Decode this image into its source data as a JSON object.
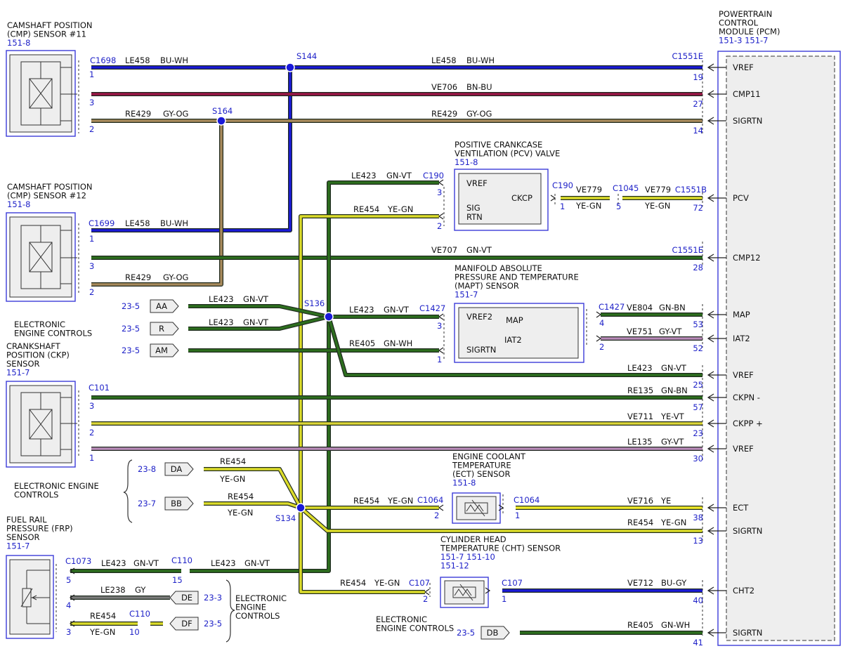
{
  "colors": {
    "blue": "#1f22c8",
    "frame": "#3b3bd9",
    "BU-WH": "#1a1ad8",
    "BN-BU": "#9a1646",
    "GY-OG": "#a88a5c",
    "GN-VT": "#2d6e1e",
    "YE-GN": "#dcdc2a",
    "GN-WH": "#2d6e1e",
    "GN-BN": "#2d6e1e",
    "GY-VT": "#b88ab8",
    "YE-VT": "#dcd638",
    "YE": "#f0ea28",
    "BU-GY": "#1a1ad8",
    "GY": "#7c7c7c"
  },
  "components": {
    "cmp11": {
      "title": [
        "CAMSHAFT POSITION",
        "(CMP) SENSOR #11"
      ],
      "ref": "151-8"
    },
    "cmp12": {
      "title": [
        "CAMSHAFT POSITION",
        "(CMP) SENSOR #12"
      ],
      "ref": "151-8"
    },
    "ckp": {
      "title": [
        "CRANKSHAFT",
        "POSITION (CKP)",
        "SENSOR"
      ],
      "ref": "151-7"
    },
    "frp": {
      "title": [
        "FUEL RAIL",
        "PRESSURE (FRP)",
        "SENSOR"
      ],
      "ref": "151-7"
    },
    "pcm": {
      "title": [
        "POWERTRAIN",
        "CONTROL",
        "MODULE (PCM)"
      ],
      "ref": "151-3   151-7"
    },
    "pcv": {
      "title": [
        "POSITIVE CRANKCASE",
        "VENTILATION (PCV) VALVE"
      ],
      "ref": "151-8",
      "pins": [
        "VREF",
        "SIG",
        "RTN",
        "CKCP"
      ]
    },
    "mapt": {
      "title": [
        "MANIFOLD ABSOLUTE",
        "PRESSURE AND TEMPERATURE",
        "(MAPT) SENSOR"
      ],
      "ref": "151-7",
      "pins": [
        "VREF2",
        "SIGRTN",
        "MAP",
        "IAT2"
      ]
    },
    "ect": {
      "title": [
        "ENGINE COOLANT",
        "TEMPERATURE",
        "(ECT) SENSOR"
      ],
      "ref": "151-8"
    },
    "cht": {
      "title": [
        "CYLINDER HEAD",
        "TEMPERATURE (CHT) SENSOR"
      ],
      "refs": [
        "151-7   151-10",
        "151-12"
      ]
    }
  },
  "eec_labels": {
    "eec1": [
      "ELECTRONIC",
      "ENGINE CONTROLS"
    ],
    "eec2": [
      "ELECTRONIC ENGINE",
      "CONTROLS"
    ],
    "eec3": [
      "ELECTRONIC",
      "ENGINE",
      "CONTROLS"
    ],
    "eec4": [
      "ELECTRONIC",
      "ENGINE CONTROLS"
    ]
  },
  "pcm_pins": [
    "VREF",
    "CMP11",
    "SIGRTN",
    "PCV",
    "CMP12",
    "MAP",
    "IAT2",
    "VREF",
    "CKPN -",
    "CKPP +",
    "VREF",
    "ECT",
    "SIGRTN",
    "CHT2",
    "SIGRTN"
  ],
  "pin_numbers": [
    "19",
    "27",
    "14",
    "72",
    "28",
    "53",
    "52",
    "25",
    "57",
    "23",
    "30",
    "38",
    "13",
    "40",
    "41"
  ],
  "connectors": [
    "C1698",
    "C1551E",
    "C1699",
    "C1551E",
    "C190",
    "C190",
    "C1045",
    "C1551B",
    "C1427",
    "C1427",
    "C101",
    "C1064",
    "C1064",
    "C1073",
    "C110",
    "C110",
    "C107",
    "C107"
  ],
  "splices": [
    "S144",
    "S164",
    "S136",
    "S134"
  ],
  "offpage": [
    {
      "tag": "AA",
      "ref": "23-5"
    },
    {
      "tag": "R",
      "ref": "23-5"
    },
    {
      "tag": "AM",
      "ref": "23-5"
    },
    {
      "tag": "DA",
      "ref": "23-8"
    },
    {
      "tag": "BB",
      "ref": "23-7"
    },
    {
      "tag": "DE",
      "ref": "23-3"
    },
    {
      "tag": "DF",
      "ref": "23-5"
    },
    {
      "tag": "DB",
      "ref": "23-5"
    }
  ],
  "wires": [
    {
      "circuit": "LE458",
      "color": "BU-WH"
    },
    {
      "circuit": "VE706",
      "color": "BN-BU"
    },
    {
      "circuit": "RE429",
      "color": "GY-OG"
    },
    {
      "circuit": "LE423",
      "color": "GN-VT"
    },
    {
      "circuit": "RE454",
      "color": "YE-GN"
    },
    {
      "circuit": "VE779",
      "color": "YE-GN"
    },
    {
      "circuit": "VE707",
      "color": "GN-VT"
    },
    {
      "circuit": "RE405",
      "color": "GN-WH"
    },
    {
      "circuit": "VE804",
      "color": "GN-BN"
    },
    {
      "circuit": "VE751",
      "color": "GY-VT"
    },
    {
      "circuit": "RE135",
      "color": "GN-BN"
    },
    {
      "circuit": "VE711",
      "color": "YE-VT"
    },
    {
      "circuit": "LE135",
      "color": "GY-VT"
    },
    {
      "circuit": "VE716",
      "color": "YE"
    },
    {
      "circuit": "VE712",
      "color": "BU-GY"
    },
    {
      "circuit": "LE238",
      "color": "GY"
    }
  ]
}
